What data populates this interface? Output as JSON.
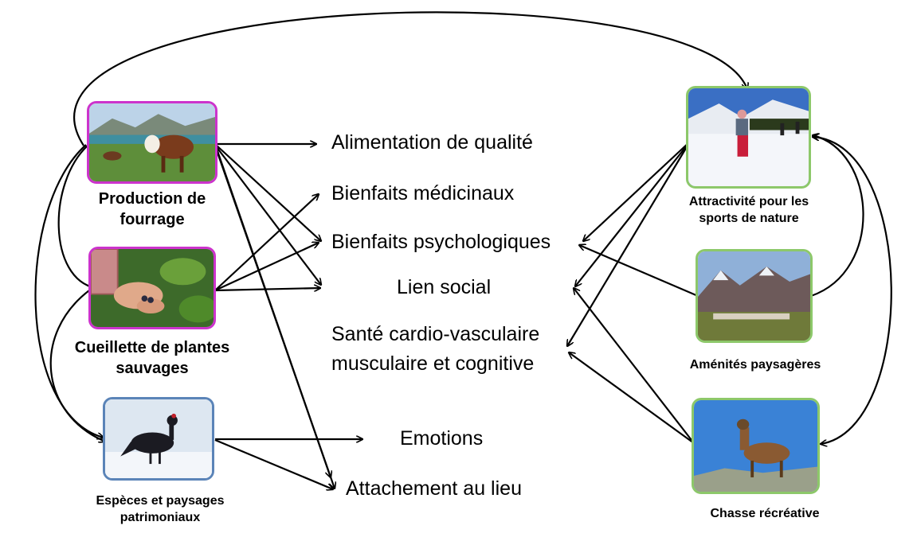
{
  "sources": {
    "fourrage": "Production de fourrage",
    "cueillette": "Cueillette de plantes sauvages",
    "especes": "Espèces et paysages patrimoniaux",
    "sports": "Attractivité pour les sports de nature",
    "amenites": "Aménités paysagères",
    "chasse": "Chasse récréative"
  },
  "benefits": {
    "alimentation": "Alimentation de qualité",
    "medicinaux": "Bienfaits médicinaux",
    "psychologiques": "Bienfaits psychologiques",
    "lien_social": "Lien social",
    "sante_line1": "Santé cardio-vasculaire",
    "sante_line2": "musculaire et cognitive",
    "emotions": "Emotions",
    "attachement": "Attachement au lieu"
  },
  "colors": {
    "production_frame": "#cc33cc",
    "cultural_frame": "#8dc86a",
    "heritage_frame": "#5b84b8",
    "arrow": "#000000"
  }
}
